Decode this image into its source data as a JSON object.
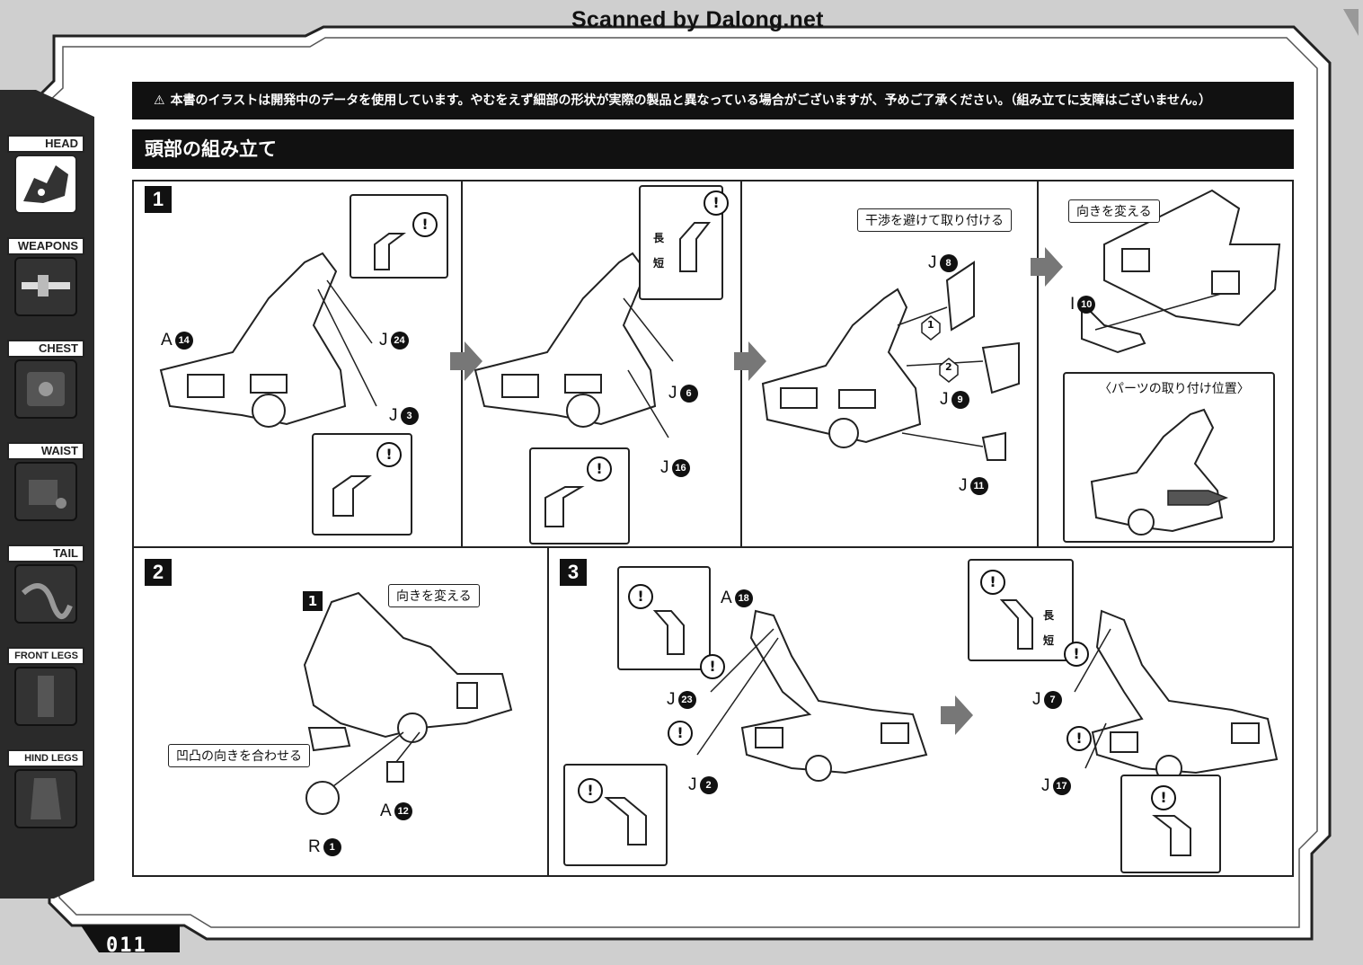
{
  "watermark": "Scanned by Dalong.net",
  "notice": {
    "icon": "warning-triangle-icon",
    "text": "本書のイラストは開発中のデータを使用しています。やむをえず細部の形状が実際の製品と異なっている場合がございますが、予めご了承ください。（組み立てに支障はございません。）"
  },
  "section_title": "頭部の組み立て",
  "sidebar": {
    "tabs": [
      {
        "label": "HEAD",
        "active": true
      },
      {
        "label": "WEAPONS",
        "active": false
      },
      {
        "label": "CHEST",
        "active": false
      },
      {
        "label": "WAIST",
        "active": false
      },
      {
        "label": "TAIL",
        "active": false
      },
      {
        "label": "FRONT LEGS",
        "active": false
      },
      {
        "label": "HIND LEGS",
        "active": false
      }
    ]
  },
  "page_number": "011",
  "step1": {
    "number": "1",
    "parts_a": {
      "letter": "A",
      "num": "14"
    },
    "parts_j24": {
      "letter": "J",
      "num": "24"
    },
    "parts_j3": {
      "letter": "J",
      "num": "3"
    },
    "parts_j6": {
      "letter": "J",
      "num": "6"
    },
    "parts_j16": {
      "letter": "J",
      "num": "16"
    },
    "long_label": "長",
    "short_label": "短",
    "avoid_callout": "干渉を避けて取り付ける",
    "seq1": "1",
    "seq2": "2",
    "parts_j8": {
      "letter": "J",
      "num": "8"
    },
    "parts_j9": {
      "letter": "J",
      "num": "9"
    },
    "parts_j11": {
      "letter": "J",
      "num": "11"
    },
    "turn_callout": "向きを変える",
    "parts_i10": {
      "letter": "I",
      "num": "10"
    },
    "position_caption": "〈パーツの取り付け位置〉"
  },
  "step2": {
    "number": "2",
    "sub": "1",
    "turn_callout": "向きを変える",
    "align_callout": "凹凸の向きを合わせる",
    "parts_a12": {
      "letter": "A",
      "num": "12"
    },
    "parts_r1": {
      "letter": "R",
      "num": "1"
    }
  },
  "step3": {
    "number": "3",
    "parts_a18": {
      "letter": "A",
      "num": "18"
    },
    "parts_j23": {
      "letter": "J",
      "num": "23"
    },
    "parts_j2": {
      "letter": "J",
      "num": "2"
    },
    "parts_j7": {
      "letter": "J",
      "num": "7"
    },
    "parts_j17": {
      "letter": "J",
      "num": "17"
    },
    "long_label": "長",
    "short_label": "短"
  },
  "colors": {
    "dark": "#111111",
    "panel": "#ffffff",
    "frame": "#c9c9c9",
    "arrow": "#777777"
  }
}
